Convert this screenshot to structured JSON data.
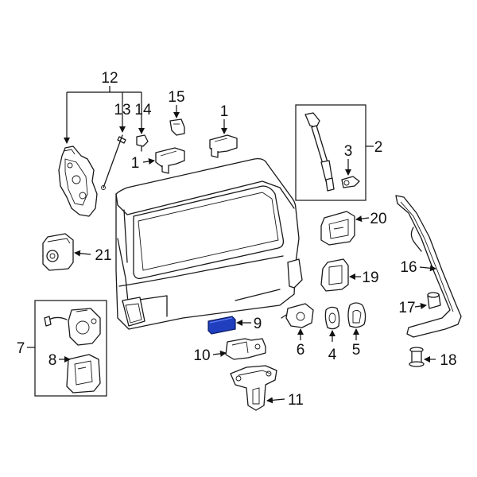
{
  "accent_color": "#1f3fbf",
  "callouts": {
    "c1a": "1",
    "c1b": "1",
    "c2": "2",
    "c3": "3",
    "c4": "4",
    "c5": "5",
    "c6": "6",
    "c7": "7",
    "c8": "8",
    "c9": "9",
    "c10": "10",
    "c11": "11",
    "c12": "12",
    "c13": "13",
    "c14": "14",
    "c15": "15",
    "c16": "16",
    "c17": "17",
    "c18": "18",
    "c19": "19",
    "c20": "20",
    "c21": "21"
  }
}
